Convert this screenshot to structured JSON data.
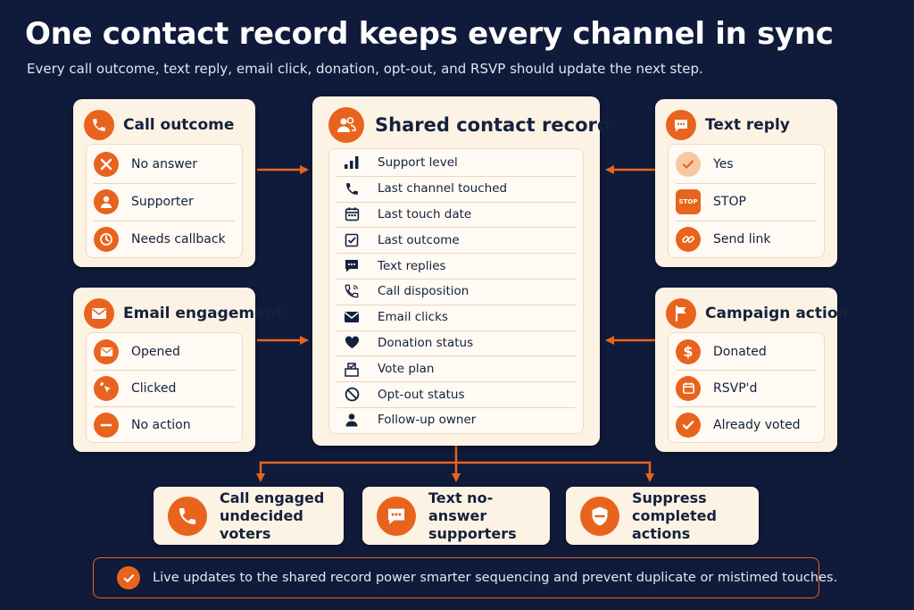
{
  "header": {
    "title": "One contact record keeps every channel in sync",
    "subtitle": "Every call outcome, text reply, email click, donation, opt-out, and RSVP should update the next step."
  },
  "colors": {
    "accent": "#e8641e",
    "background": "#101a3a",
    "card": "#fdf3e4",
    "text": "#14213d"
  },
  "call": {
    "title": "Call outcome",
    "icon": "phone-icon",
    "items": [
      {
        "label": "No answer",
        "icon": "x-icon"
      },
      {
        "label": "Supporter",
        "icon": "person-icon"
      },
      {
        "label": "Needs callback",
        "icon": "clock-icon"
      }
    ]
  },
  "email": {
    "title": "Email engagement",
    "icon": "envelope-icon",
    "items": [
      {
        "label": "Opened",
        "icon": "envelope-icon"
      },
      {
        "label": "Clicked",
        "icon": "cursor-click-icon"
      },
      {
        "label": "No action",
        "icon": "minus-icon"
      }
    ]
  },
  "text": {
    "title": "Text reply",
    "icon": "chat-bubble-icon",
    "items": [
      {
        "label": "Yes",
        "icon": "check-icon"
      },
      {
        "label": "STOP",
        "icon": "stop-sign-icon",
        "badge": "STOP"
      },
      {
        "label": "Send link",
        "icon": "link-icon"
      }
    ]
  },
  "campaign": {
    "title": "Campaign action",
    "icon": "flag-icon",
    "items": [
      {
        "label": "Donated",
        "icon": "dollar-icon"
      },
      {
        "label": "RSVP'd",
        "icon": "calendar-icon"
      },
      {
        "label": "Already voted",
        "icon": "check-icon"
      }
    ]
  },
  "record": {
    "title": "Shared contact record",
    "icon": "people-icon",
    "fields": [
      {
        "label": "Support level",
        "icon": "bar-chart-icon"
      },
      {
        "label": "Last channel touched",
        "icon": "phone-icon"
      },
      {
        "label": "Last touch date",
        "icon": "calendar-icon"
      },
      {
        "label": "Last outcome",
        "icon": "checkbox-icon"
      },
      {
        "label": "Text replies",
        "icon": "chat-bubble-icon"
      },
      {
        "label": "Call disposition",
        "icon": "phone-ring-icon"
      },
      {
        "label": "Email clicks",
        "icon": "envelope-icon"
      },
      {
        "label": "Donation status",
        "icon": "heart-icon"
      },
      {
        "label": "Vote plan",
        "icon": "ballot-box-icon"
      },
      {
        "label": "Opt-out status",
        "icon": "prohibited-icon"
      },
      {
        "label": "Follow-up owner",
        "icon": "person-icon"
      }
    ]
  },
  "outcomes": [
    {
      "line1": "Call engaged",
      "line2": "undecided voters",
      "icon": "phone-icon"
    },
    {
      "line1": "Text no-answer",
      "line2": "supporters",
      "icon": "chat-bubble-icon"
    },
    {
      "line1": "Suppress",
      "line2": "completed actions",
      "icon": "shield-minus-icon"
    }
  ],
  "footer": {
    "text": "Live updates to the shared record power smarter sequencing and prevent duplicate or mistimed touches.",
    "icon": "check-icon"
  }
}
